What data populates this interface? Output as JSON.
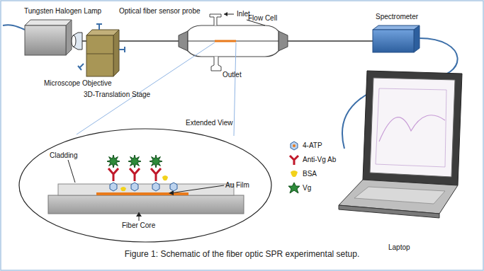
{
  "diagram": {
    "caption": "Figure 1: Schematic of the fiber optic SPR experimental setup.",
    "labels": [
      "Tungsten Halogen Lamp",
      "Optical fiber sensor probe",
      "Inlet",
      "Flow Cell",
      "Spectrometer",
      "Microscope Objective",
      "3D-Translation Stage",
      "Extended View",
      "Cladding",
      "Au Film",
      "Fiber Core",
      "Outlet",
      "Laptop"
    ],
    "legend": [
      {
        "text": "4-ATP"
      },
      {
        "text": "Anti-Vg Ab"
      },
      {
        "text": "BSA"
      },
      {
        "text": "Vg"
      }
    ]
  }
}
